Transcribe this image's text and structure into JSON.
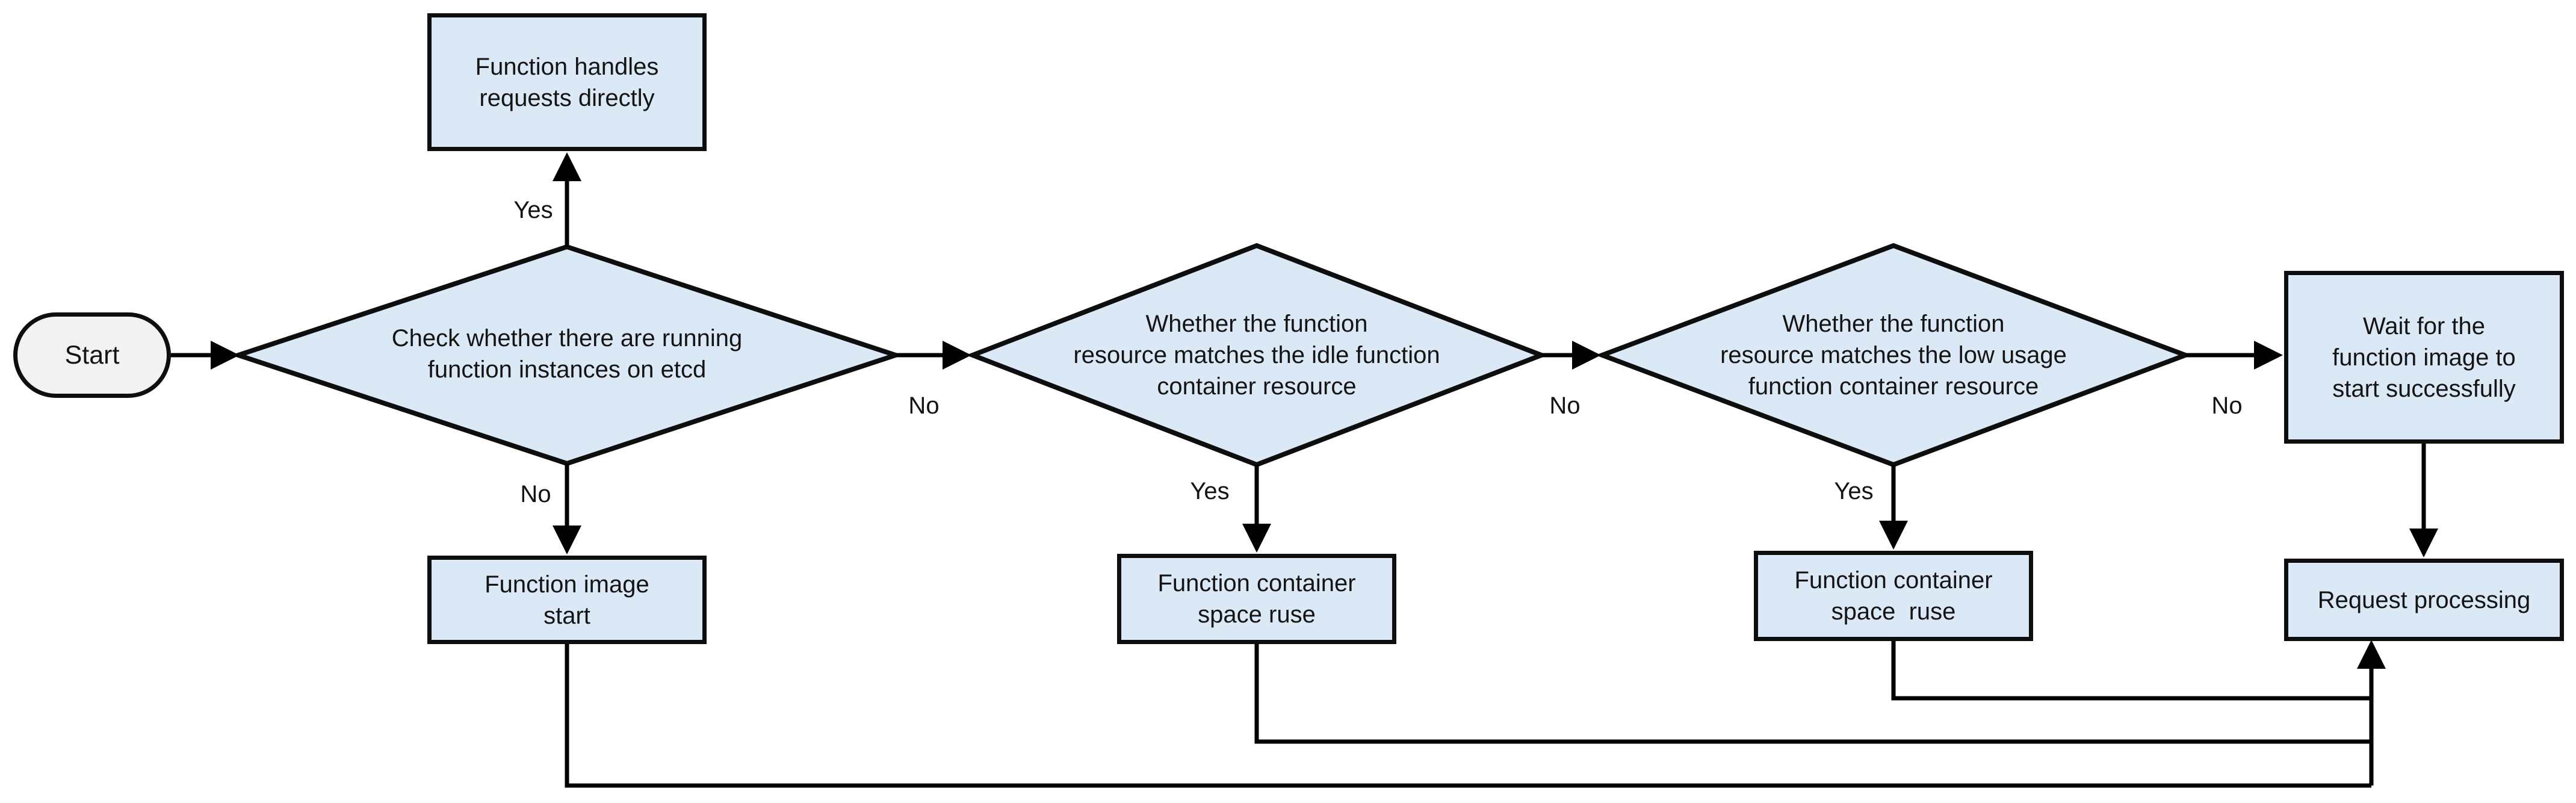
{
  "flowchart": {
    "nodes": {
      "start": {
        "label": "Start",
        "shape": "terminator"
      },
      "decision_running": {
        "label": "Check whether there are running\nfunction instances on etcd",
        "shape": "decision"
      },
      "handles_directly": {
        "label": "Function handles\nrequests directly",
        "shape": "process"
      },
      "image_start": {
        "label": "Function image\nstart",
        "shape": "process"
      },
      "decision_idle": {
        "label": "Whether the function\nresource matches the idle function\ncontainer resource",
        "shape": "decision"
      },
      "space_reuse_idle": {
        "label": "Function container\nspace ruse",
        "shape": "process"
      },
      "decision_low_usage": {
        "label": "Whether the function\nresource matches the low usage\nfunction container resource",
        "shape": "decision"
      },
      "space_reuse_low": {
        "label": "Function container\nspace  ruse",
        "shape": "process"
      },
      "wait_image": {
        "label": "Wait for the\nfunction image to\nstart successfully",
        "shape": "process"
      },
      "request_processing": {
        "label": "Request processing",
        "shape": "process"
      }
    },
    "edges": [
      {
        "from": "start",
        "to": "decision_running",
        "label": ""
      },
      {
        "from": "decision_running",
        "to": "handles_directly",
        "label": "Yes",
        "direction": "up"
      },
      {
        "from": "decision_running",
        "to": "image_start",
        "label": "No",
        "direction": "down"
      },
      {
        "from": "decision_running",
        "to": "decision_idle",
        "label": "No",
        "direction": "right"
      },
      {
        "from": "decision_idle",
        "to": "space_reuse_idle",
        "label": "Yes",
        "direction": "down"
      },
      {
        "from": "decision_idle",
        "to": "decision_low_usage",
        "label": "No",
        "direction": "right"
      },
      {
        "from": "decision_low_usage",
        "to": "space_reuse_low",
        "label": "Yes",
        "direction": "down"
      },
      {
        "from": "decision_low_usage",
        "to": "wait_image",
        "label": "No",
        "direction": "right"
      },
      {
        "from": "wait_image",
        "to": "request_processing",
        "label": ""
      },
      {
        "from": "image_start",
        "to": "request_processing",
        "label": ""
      },
      {
        "from": "space_reuse_idle",
        "to": "request_processing",
        "label": ""
      },
      {
        "from": "space_reuse_low",
        "to": "request_processing",
        "label": ""
      }
    ],
    "colors": {
      "node_fill": "#dbe8f6",
      "node_border": "#0e0e0e",
      "start_fill": "#f2f2f2",
      "connector": "#000000",
      "background": "#ffffff"
    }
  }
}
